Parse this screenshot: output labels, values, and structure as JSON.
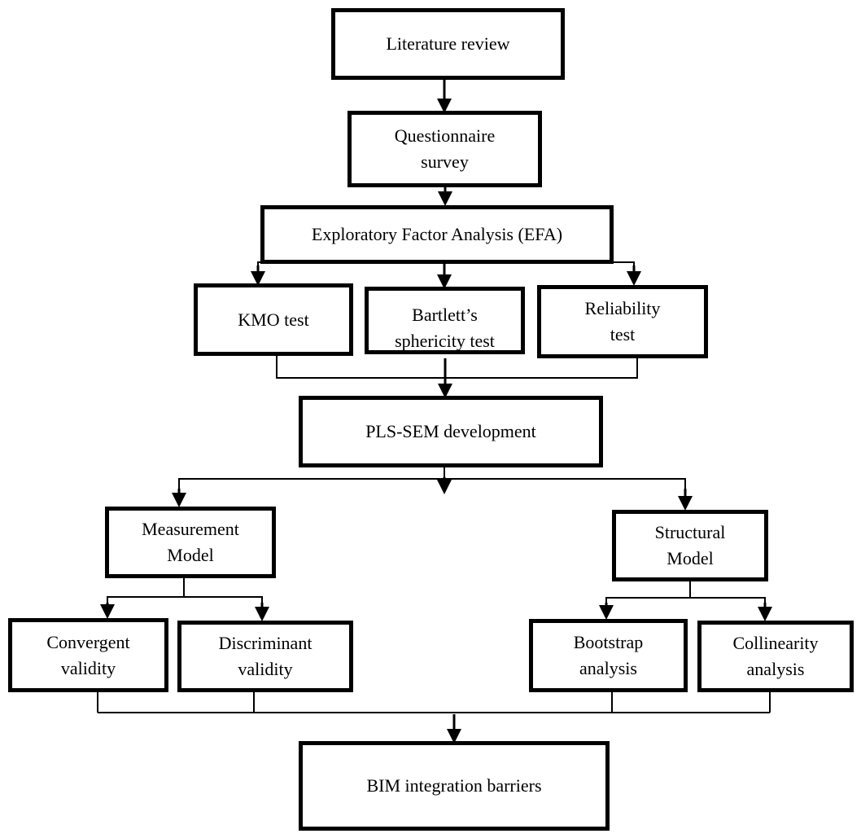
{
  "nodes": {
    "literature_review": "Literature review",
    "questionnaire_survey": "Questionnaire survey",
    "efa": "Exploratory Factor Analysis (EFA)",
    "kmo_test": "KMO test",
    "bartlett_test": "Bartlett’s sphericity test",
    "reliability_test": "Reliability test",
    "pls_sem": "PLS-SEM development",
    "measurement_model": "Measurement Model",
    "structural_model": "Structural Model",
    "convergent_validity": "Convergent validity",
    "discriminant_validity": "Discriminant validity",
    "bootstrap_analysis": "Bootstrap analysis",
    "collinearity_analysis": "Collinearity analysis",
    "bim_barriers": "BIM integration barriers"
  }
}
